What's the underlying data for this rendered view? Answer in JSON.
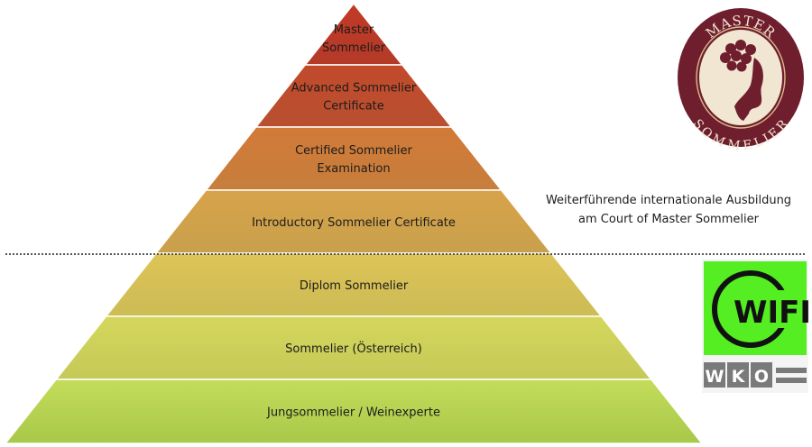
{
  "pyramid": {
    "tiers": [
      {
        "lines": [
          "Master",
          "Sommelier"
        ],
        "color_top": "#c23a27",
        "color_bottom": "#b43a28"
      },
      {
        "lines": [
          "Advanced Sommelier",
          "Certificate"
        ],
        "color_top": "#c24a2b",
        "color_bottom": "#b85030"
      },
      {
        "lines": [
          "Certified Sommelier",
          "Examination"
        ],
        "color_top": "#d27a38",
        "color_bottom": "#c77e3c"
      },
      {
        "lines": [
          "Introductory Sommelier Certificate"
        ],
        "color_top": "#d8a34a",
        "color_bottom": "#c8a04c"
      },
      {
        "lines": [
          "Diplom Sommelier"
        ],
        "color_top": "#ddc457",
        "color_bottom": "#cdbb55"
      },
      {
        "lines": [
          "Sommelier (Österreich)"
        ],
        "color_top": "#d5d75c",
        "color_bottom": "#c4c957"
      },
      {
        "lines": [
          "Jungsommelier / Weinexperte"
        ],
        "color_top": "#c4dc5a",
        "color_bottom": "#a8c84a"
      }
    ]
  },
  "side_note": {
    "line1": "Weiterführende internationale Ausbildung",
    "line2": "am Court of Master Sommelier"
  },
  "logos": {
    "master_sommelier": {
      "top_text": "MASTER",
      "bottom_text": "SOMMELIER",
      "ring_color": "#6e1e2c",
      "fill_color": "#f1e6d2"
    },
    "wifi": {
      "text": "WIFI",
      "bg_color": "#55ee22",
      "letters": [
        "W",
        "K",
        "O"
      ]
    }
  }
}
